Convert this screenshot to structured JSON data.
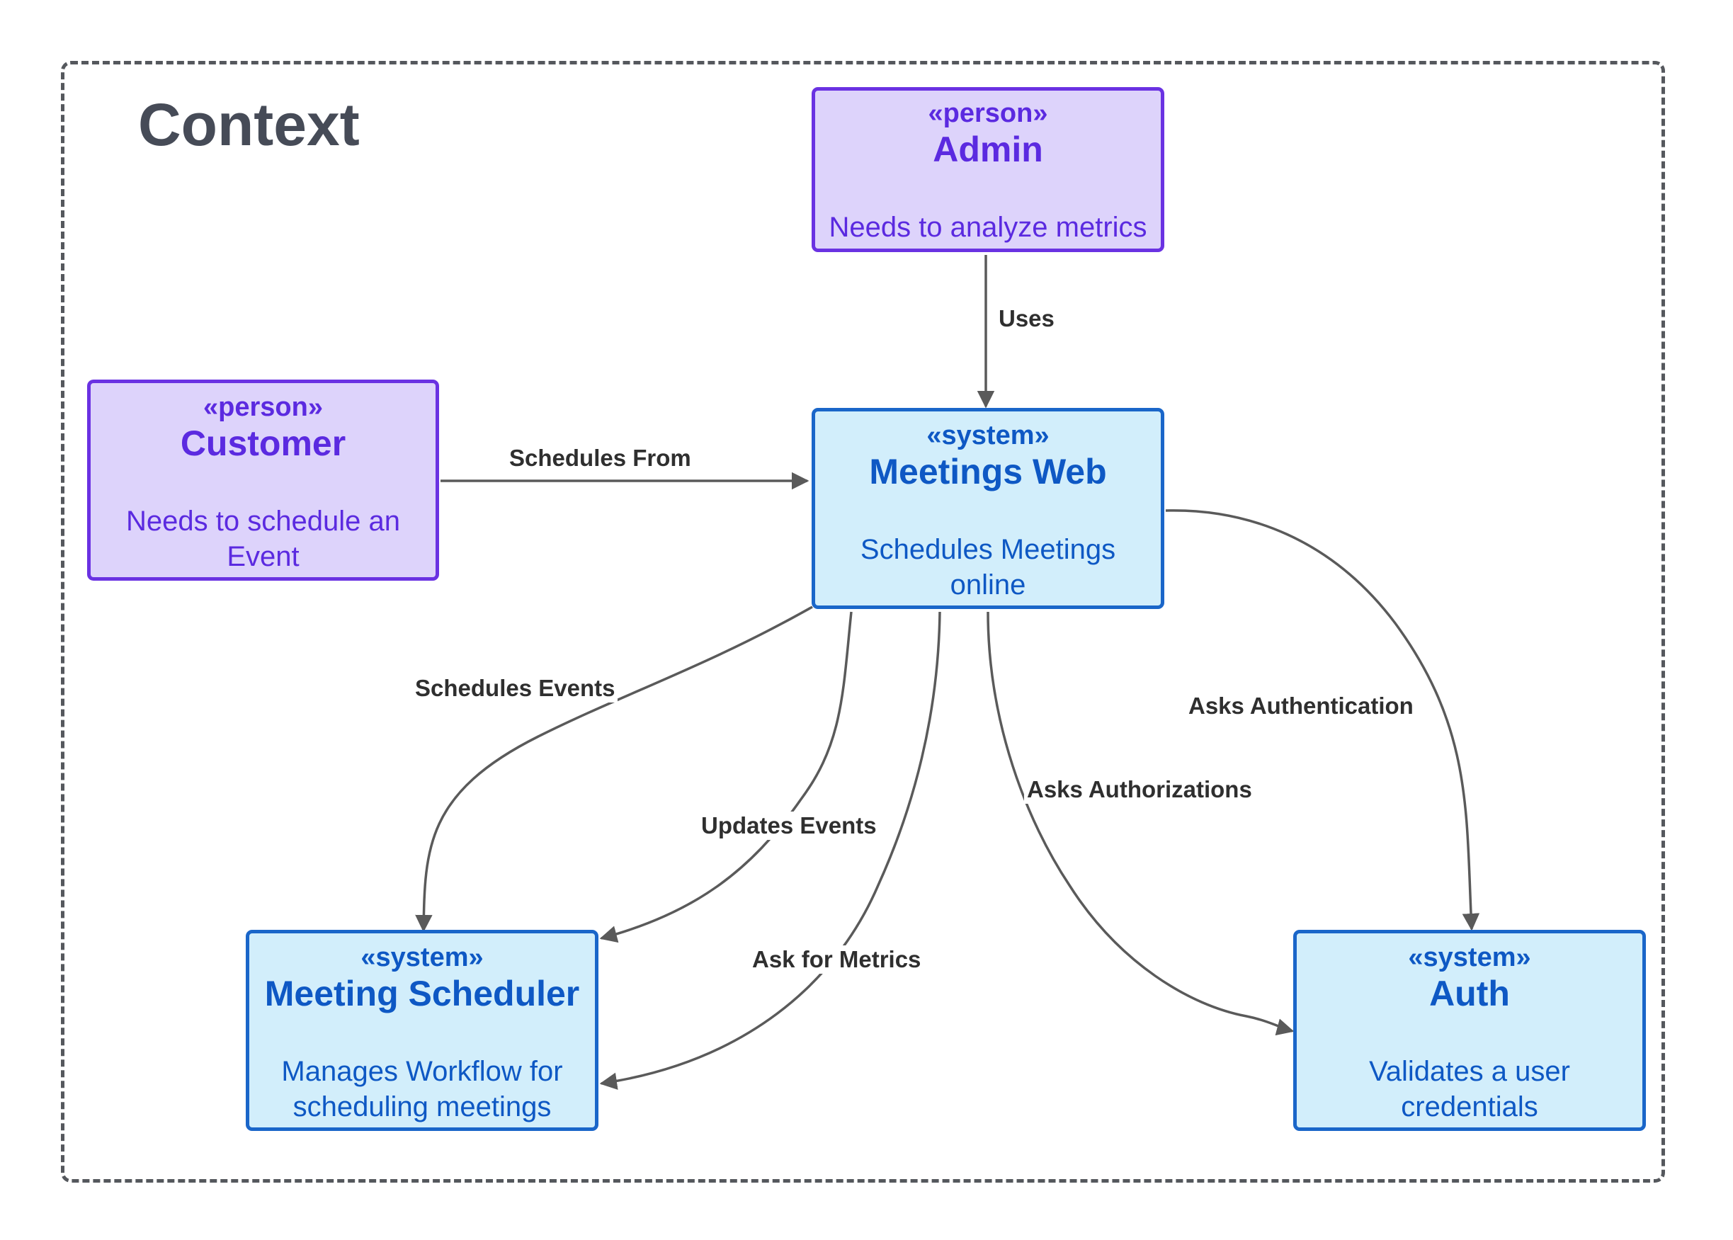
{
  "boundary": {
    "title": "Context"
  },
  "nodes": {
    "admin": {
      "stereotype": "«person»",
      "name": "Admin",
      "description": "Needs to analyze metrics"
    },
    "customer": {
      "stereotype": "«person»",
      "name": "Customer",
      "description": "Needs to schedule an Event"
    },
    "meetings_web": {
      "stereotype": "«system»",
      "name": "Meetings Web",
      "description": "Schedules Meetings online"
    },
    "meeting_scheduler": {
      "stereotype": "«system»",
      "name": "Meeting Scheduler",
      "description": "Manages Workflow for scheduling meetings"
    },
    "auth": {
      "stereotype": "«system»",
      "name": "Auth",
      "description": "Validates a user credentials"
    }
  },
  "edges": {
    "uses": "Uses",
    "schedules_from": "Schedules From",
    "schedules_events": "Schedules Events",
    "updates_events": "Updates Events",
    "ask_for_metrics": "Ask for Metrics",
    "asks_authorizations": "Asks Authorizations",
    "asks_authentication": "Asks Authentication"
  },
  "colors": {
    "person_fill": "#ddd3fb",
    "person_border": "#6a32e2",
    "system_fill": "#d2eefb",
    "system_border": "#1a66c9",
    "edge": "#5a5a5a"
  }
}
